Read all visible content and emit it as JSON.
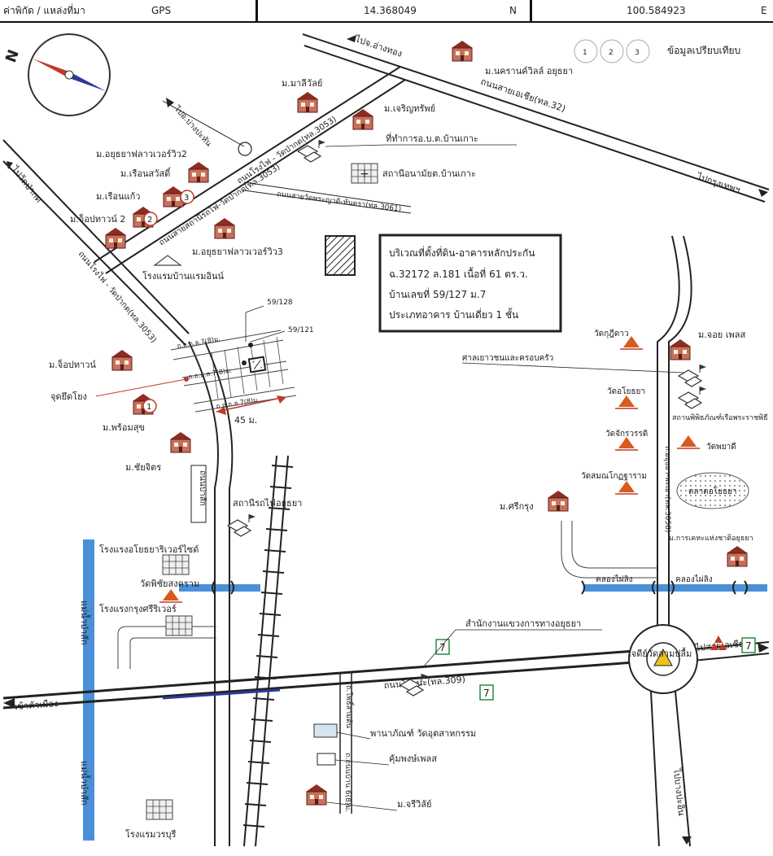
{
  "header": {
    "location_label": "ค่าพิกัด / แหล่งที่มา",
    "source": "GPS",
    "latitude": "14.368049",
    "lat_hemisphere": "N",
    "longitude": "100.584923",
    "lon_hemisphere": "E"
  },
  "legend": {
    "comparison_label": "ข้อมูลเปรียบเทียบ",
    "circle_numbers": [
      "1",
      "2",
      "3"
    ]
  },
  "compass": {
    "north_label": "N"
  },
  "subject": {
    "lines": [
      "บริเวณที่ตั้งที่ดิน-อาคารหลักประกัน",
      "ฉ.32172 ล.181 เนื้อที่ 61 ตร.ว.",
      "บ้านเลขที่  59/127  ม.7",
      "ประเภทอาคาร บ้านเดี่ยว 1 ชั้น"
    ]
  },
  "roads": {
    "to_angthong": "ไปจ.อ่างทอง",
    "asia_highway": "ถนนสายเอเชีย(ทล.32)",
    "to_bangkok": "ไปกรุงเทพฯ",
    "to_bang_pahan": "ไปอ.บ่างปะหัน",
    "to_wat_pa_kod": "ไปวัดป่ากด",
    "ro_phai_road_top": "ถนนโรงไฟ - วัดป่ากด(ทล.3053)",
    "ro_phai_road_left": "ถนนโรงไฟ - วัดป่ากด(ทล.3053)",
    "wat_phra_yat_road": "ถนนสายวัดพระญาติ-หันตรา(ทล.3061)",
    "ayutthaya_station_road": "ถนนสายสถานีรถไฟ-วัดป่ากด(ทล.3053)",
    "rojana_road": "ถนนโรจนะ(ทล.309)",
    "to_city": "เข้าตัวเมือง",
    "to_asia": "ไปสายเอเชีย",
    "to_bang_pa_in": "ไปบางปะอิน",
    "u_thong_road": "ถ.อยุธยา-พะเยา(ทล.3058)",
    "soi_alley": "ถ.ถนนบ้าน 6(8)ม.",
    "lane_a": "ถ.ถ.ถ.ล.7(8)ม.",
    "lane_b": "ถ.ถ.ถ.ล.7(8)ม.",
    "lane_c": "ถ.ถ.ถ.ล.7(8)ม.",
    "to_pa_sak": "ถนนป่าสัก",
    "samkhok_road": "ถ.โพธิ์สามต้น",
    "khlong_1": "คลองไผ่ลิง",
    "khlong_2": "คลองไผ่ลิง",
    "river_1": "แม่น้ำป่าสัก",
    "river_2": "แม่น้ำป่าสัก"
  },
  "plots": {
    "plot_128": "59/128",
    "plot_121": "59/121",
    "distance": "45 ม."
  },
  "places": {
    "krankville": "ม.นครานค์วิลล์ อยุธยา",
    "maliwan": "ม.มาลีวัลย์",
    "charoen_sap": "ม.เจริญทรัพย์",
    "ban_ko_office": "ที่ทำการอ.บ.ต.บ้านเกาะ",
    "health_station": "สถานีอนามัยต.บ้านเกาะ",
    "ayutthaya_villa_2": "ม.อยุธยาฟลาวเวอร์วิว2",
    "ruean_sawat": "ม.เรือนสวัสดิ์",
    "ruean_kaeo": "ม.เรือนแก้ว",
    "joptawan_2": "ม.จ็อปทาวน์ 2",
    "ayutthaya_villa_3": "ม.อยุธยาฟลาวเวอร์วิว3",
    "rong_raem_inn": "โรงแรมบ้านแรมอินน์",
    "joptawan": "ม.จ็อปทาวน์",
    "reference_point": "จุดยึดโยง",
    "phromsuk": "ม.พร้อมสุข",
    "chaiyachit": "ม.ชัยจิตร",
    "railway_station": "สถานีรถไฟอยุธยา",
    "hotel_river_side": "โรงแรงอโยธยาริเวอร์ไซด์",
    "wat_phichai": "วัดพิชัยสงคราม",
    "hotel_krungsri": "โรงแรงกรุงศรีริเวอร์",
    "hotel_woraburi": "โรงแรมวรบุรี",
    "highway_office": "สำนักงานแขวงการทางอยุธยา",
    "industrial_museum": "พานาภัณฑ์ วัดอุตสาหกรรม",
    "khum_phong_place": "คุ้มพงษ์เพลส",
    "jaravilai": "ม.จรีวิลัย์",
    "wat_kuti_daw": "วัดกุฎีดาว",
    "family_court": "ศาลเยาวชนและครอบครัว",
    "wat_ayothaya": "วัดอโยธยา",
    "wat_chakwan": "วัดจักรวรรดิ",
    "wat_sam_vihan": "วัดสมณโกฏฐาราม",
    "joy_place": "ม.จอย เพลส",
    "museum_boat": "สถานพิพิธภัณฑ์เรือพระราชพิธี",
    "wat_yai": "วัดพยาดี",
    "ayothaya_market": "ตลาดอโยธยา",
    "sri_krung": "ม.ศรีกรุง",
    "kaennakae": "ม.การเคหะแห่งชาติอยุธยา",
    "jedi_wat_sam_pluem": "เจดีย์วัดสามปลื้ม",
    "seven_eleven": "7"
  },
  "colors": {
    "river": "#4a90d9",
    "road": "#222222",
    "reference": "#c0392b",
    "house_roof": "#8b2d22",
    "house_wall": "#c96f5e",
    "temple": "#d95a1e"
  }
}
